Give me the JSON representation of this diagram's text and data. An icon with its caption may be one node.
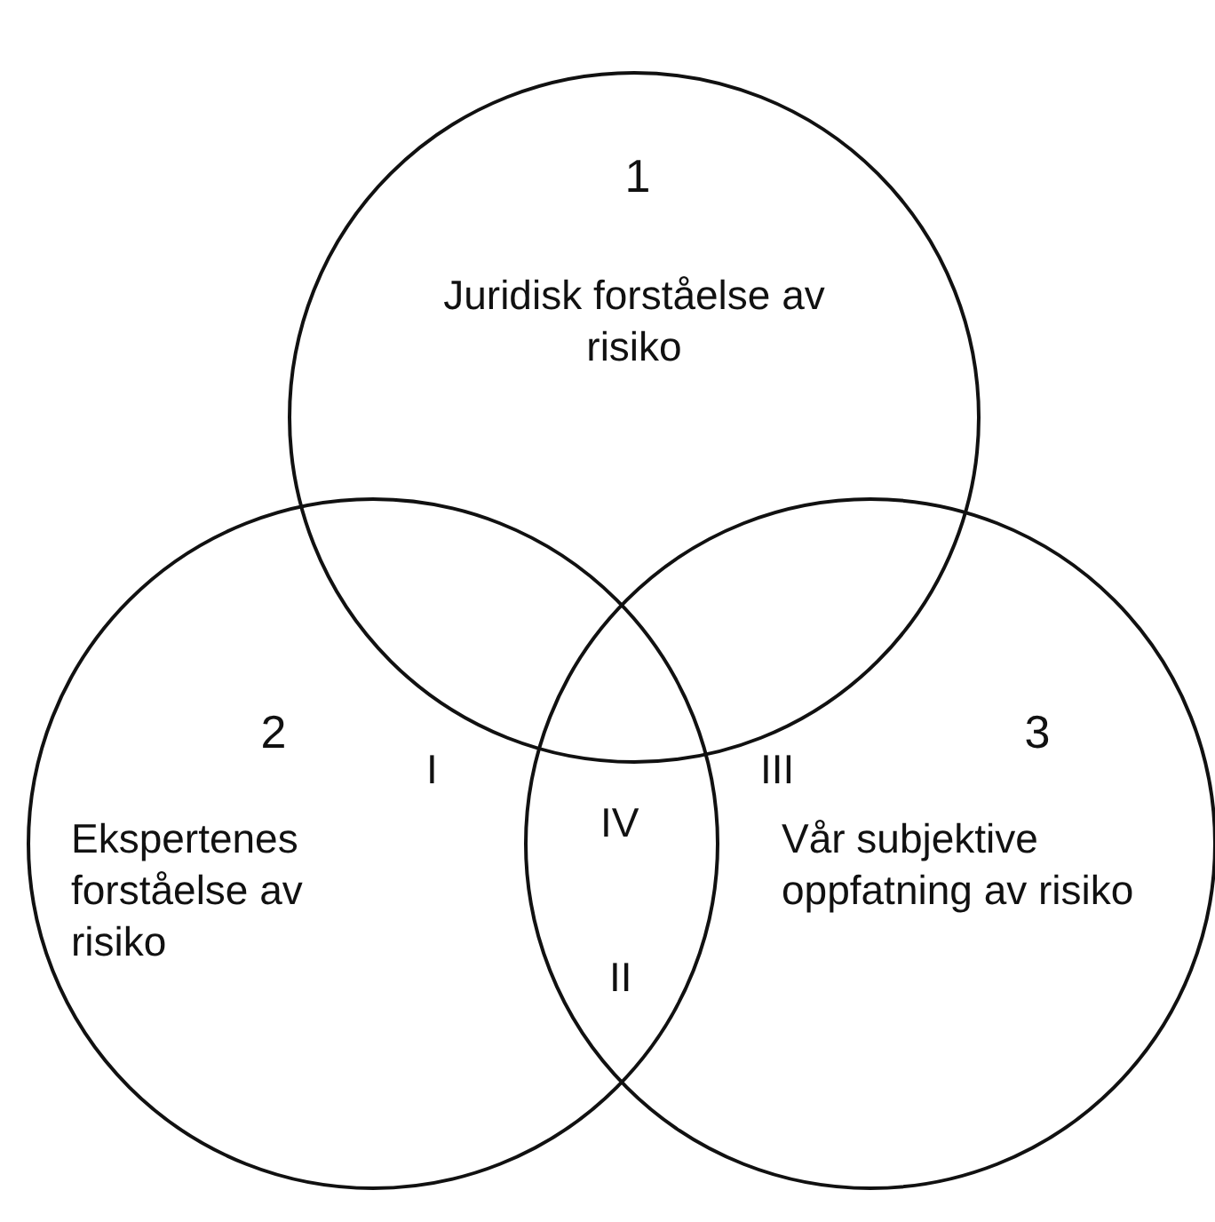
{
  "diagram": {
    "nodes": [
      {
        "text": [
          "1",
          "Juridisk forståelse av risiko"
        ]
      },
      {
        "text": [
          "2",
          "Ekspertenes forståelse av risiko"
        ]
      },
      {
        "text": [
          "3",
          "Vår subjektive oppfatning av risiko"
        ]
      }
    ],
    "labels": [
      "I",
      "III",
      "IV",
      "II"
    ]
  }
}
